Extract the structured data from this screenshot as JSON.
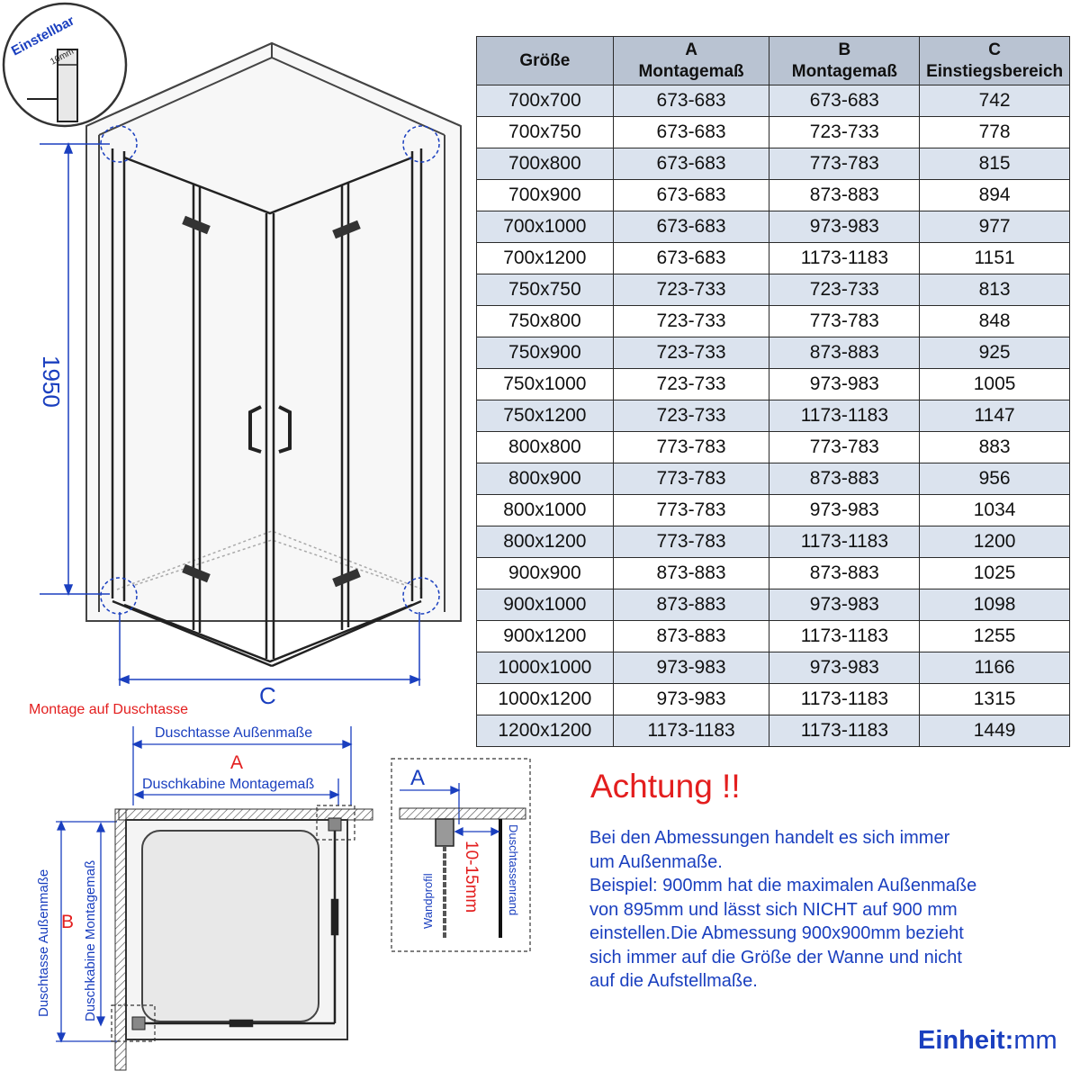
{
  "table": {
    "headers": [
      {
        "line1": "Größe",
        "line2": ""
      },
      {
        "line1": "A",
        "line2": "Montagemaß"
      },
      {
        "line1": "B",
        "line2": "Montagemaß"
      },
      {
        "line1": "C",
        "line2": "Einstiegsbereich"
      }
    ],
    "rows": [
      [
        "700x700",
        "673-683",
        "673-683",
        "742"
      ],
      [
        "700x750",
        "673-683",
        "723-733",
        "778"
      ],
      [
        "700x800",
        "673-683",
        "773-783",
        "815"
      ],
      [
        "700x900",
        "673-683",
        "873-883",
        "894"
      ],
      [
        "700x1000",
        "673-683",
        "973-983",
        "977"
      ],
      [
        "700x1200",
        "673-683",
        "1173-1183",
        "1151"
      ],
      [
        "750x750",
        "723-733",
        "723-733",
        "813"
      ],
      [
        "750x800",
        "723-733",
        "773-783",
        "848"
      ],
      [
        "750x900",
        "723-733",
        "873-883",
        "925"
      ],
      [
        "750x1000",
        "723-733",
        "973-983",
        "1005"
      ],
      [
        "750x1200",
        "723-733",
        "1173-1183",
        "1147"
      ],
      [
        "800x800",
        "773-783",
        "773-783",
        "883"
      ],
      [
        "800x900",
        "773-783",
        "873-883",
        "956"
      ],
      [
        "800x1000",
        "773-783",
        "973-983",
        "1034"
      ],
      [
        "800x1200",
        "773-783",
        "1173-1183",
        "1200"
      ],
      [
        "900x900",
        "873-883",
        "873-883",
        "1025"
      ],
      [
        "900x1000",
        "873-883",
        "973-983",
        "1098"
      ],
      [
        "900x1200",
        "873-883",
        "1173-1183",
        "1255"
      ],
      [
        "1000x1000",
        "973-983",
        "973-983",
        "1166"
      ],
      [
        "1000x1200",
        "973-983",
        "1173-1183",
        "1315"
      ],
      [
        "1200x1200",
        "1173-1183",
        "1173-1183",
        "1449"
      ]
    ]
  },
  "perspective": {
    "adjustable_label": "Einstellbar",
    "adjustable_size": "10mm",
    "height_label": "1950",
    "width_label": "C"
  },
  "plan": {
    "title": "Montage auf Duschtasse",
    "tray_outer_label": "Duschtasse Außenmaße",
    "a_label": "A",
    "cabin_mount_label": "Duschkabine Montagemaß",
    "tray_outer_vertical_label": "Duschtasse Außenmaße",
    "b_label": "B",
    "cabin_mount_vertical_label": "Duschkabine Montagemaß"
  },
  "detail": {
    "a_label": "A",
    "gap_label": "10-15mm",
    "wall_profile_label": "Wandprofil",
    "tray_edge_label": "Duschtassenrand"
  },
  "notice": {
    "heading": "Achtung !!",
    "lines": [
      "Bei den Abmessungen handelt es sich immer",
      "um Außenmaße.",
      "Beispiel: 900mm hat die maximalen Außenmaße",
      "von 895mm und lässt sich NICHT auf 900 mm",
      "einstellen.Die Abmessung 900x900mm bezieht",
      "sich immer auf die Größe der Wanne und nicht",
      "auf die Aufstellmaße."
    ]
  },
  "unit": {
    "label": "Einheit:",
    "value": "mm"
  },
  "colors": {
    "accent_blue": "#1a3fbf",
    "accent_red": "#e31e1e",
    "header_bg": "#b9c3d2",
    "row_alt": "#dbe3ee"
  }
}
